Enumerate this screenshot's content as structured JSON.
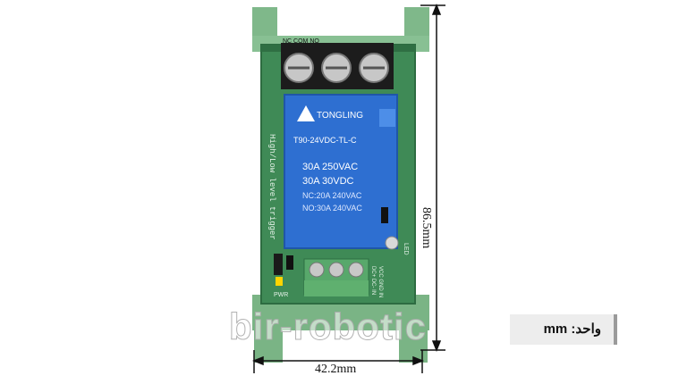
{
  "photo": {
    "terminal_labels": "NC  COM  NO",
    "relay_brand": "TONGLING",
    "relay_model": "T90-24VDC-TL-C",
    "relay_rating_1": "30A 250VAC",
    "relay_rating_2": "30A  30VDC",
    "relay_rating_3": "NC:20A 240VAC",
    "relay_rating_4": "NO:30A 240VAC",
    "pcb_side_text": "High/Low level trigger",
    "pcb_pwr": "PWR",
    "pcb_led": "LED",
    "input_labels": "DC+ DC- IN",
    "input_labels_2": "VCC GND IN"
  },
  "dimensions": {
    "width": "42.2mm",
    "height": "86.5mm"
  },
  "watermark": "bir-robotic",
  "unit_badge": "واحد: mm"
}
